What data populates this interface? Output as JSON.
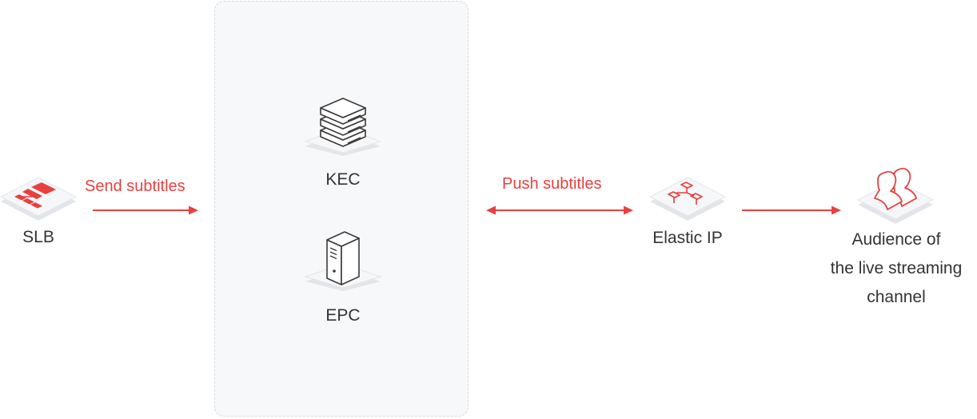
{
  "colors": {
    "accent": "#e8403f",
    "label": "#333333",
    "group_fill": "#f7f8fa",
    "group_border": "#d6d9de"
  },
  "nodes": {
    "slb": {
      "label": "SLB",
      "icon": "load-balancer-icon"
    },
    "kec": {
      "label": "KEC",
      "icon": "server-stack-icon"
    },
    "epc": {
      "label": "EPC",
      "icon": "physical-server-icon"
    },
    "eip": {
      "label": "Elastic IP",
      "icon": "network-topology-icon"
    },
    "audience": {
      "label_lines": [
        "Audience of",
        "the live streaming",
        "channel"
      ],
      "icon": "users-icon"
    }
  },
  "edges": {
    "send": {
      "label": "Send subtitles",
      "from": "SLB",
      "to": "KEC/EPC",
      "direction": "one-way"
    },
    "push": {
      "label": "Push subtitles",
      "from": "KEC/EPC",
      "to": "Elastic IP",
      "direction": "two-way"
    },
    "deliver": {
      "label": "",
      "from": "Elastic IP",
      "to": "Audience of the live streaming channel",
      "direction": "one-way"
    }
  }
}
